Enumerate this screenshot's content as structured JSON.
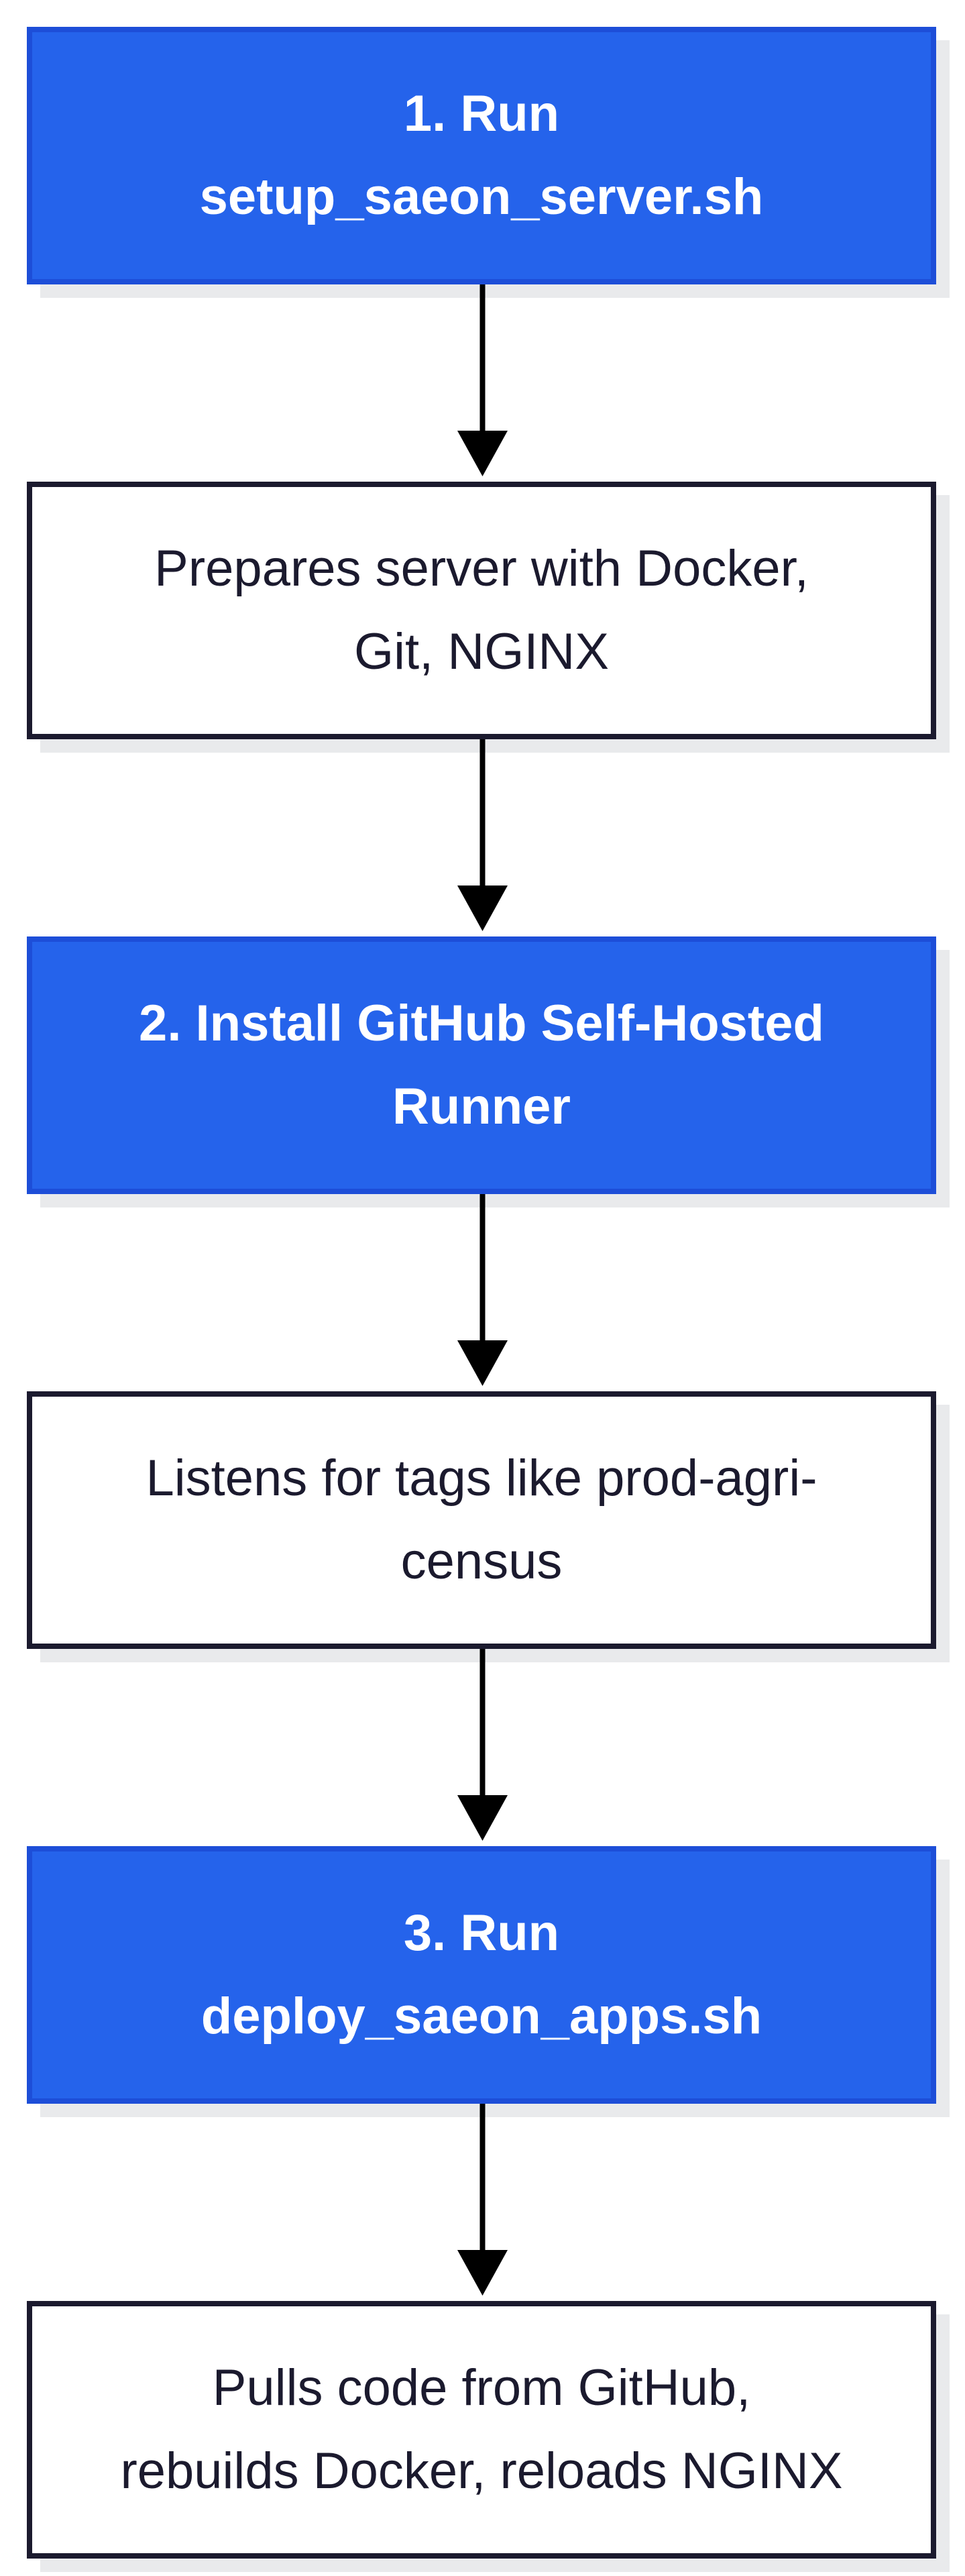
{
  "colors": {
    "step_fill": "#2563eb",
    "step_border": "#1d4ed8",
    "desc_border": "#1b1a2e",
    "arrow": "#000000",
    "shadow": "#e9eaec"
  },
  "nodes": [
    {
      "kind": "step",
      "lines": [
        "1. Run",
        "setup_saeon_server.sh"
      ]
    },
    {
      "kind": "description",
      "lines": [
        "Prepares server with Docker,",
        "Git, NGINX"
      ]
    },
    {
      "kind": "step",
      "lines": [
        "2. Install GitHub Self-Hosted",
        "Runner"
      ]
    },
    {
      "kind": "description",
      "lines": [
        "Listens for tags like prod-agri-",
        "census"
      ]
    },
    {
      "kind": "step",
      "lines": [
        "3. Run",
        "deploy_saeon_apps.sh"
      ]
    },
    {
      "kind": "description",
      "lines": [
        "Pulls code from GitHub,",
        "rebuilds Docker, reloads NGINX"
      ]
    }
  ],
  "edges": [
    {
      "from": 0,
      "to": 1
    },
    {
      "from": 1,
      "to": 2
    },
    {
      "from": 2,
      "to": 3
    },
    {
      "from": 3,
      "to": 4
    },
    {
      "from": 4,
      "to": 5
    }
  ]
}
